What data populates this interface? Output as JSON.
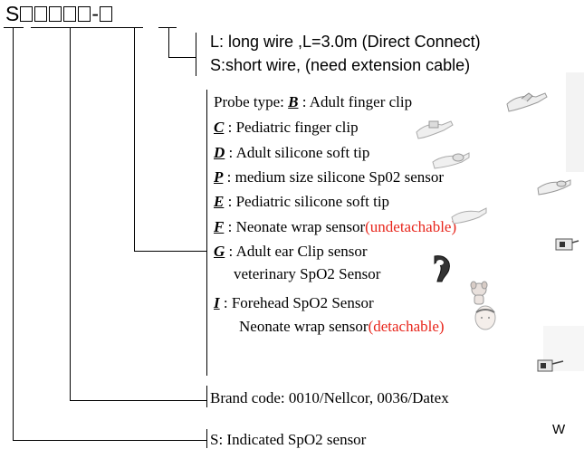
{
  "model_code": {
    "prefix": "S",
    "hyphen": "-"
  },
  "wire": {
    "long": "L: long wire ,L=3.0m (Direct Connect)",
    "short": "S:short wire, (need extension cable)"
  },
  "probe": {
    "heading": "Probe type: ",
    "items": [
      {
        "code": "B",
        "text": " : Adult finger clip",
        "note": ""
      },
      {
        "code": "C",
        "text": " : Pediatric finger clip",
        "note": ""
      },
      {
        "code": "D",
        "text": " : Adult silicone soft tip",
        "note": ""
      },
      {
        "code": "P",
        "text": " : medium size silicone Sp02 sensor",
        "note": ""
      },
      {
        "code": "E",
        "text": " : Pediatric silicone soft tip",
        "note": ""
      },
      {
        "code": "F",
        "text": " : Neonate wrap sensor",
        "note": "(undetachable)"
      },
      {
        "code": "G",
        "text": " : Adult ear Clip sensor",
        "note": ""
      },
      {
        "code": "",
        "text": "veterinary SpO2 Sensor",
        "note": ""
      },
      {
        "code": "I",
        "text": " :  Forehead SpO2 Sensor",
        "note": ""
      },
      {
        "code": "",
        "text": "Neonate wrap sensor",
        "note": "(detachable)"
      }
    ]
  },
  "brand": "Brand code: 0010/Nellcor, 0036/Datex",
  "indicated": "S: Indicated SpO2 sensor",
  "cut_text": "W",
  "colors": {
    "line": "#000000",
    "accent_red": "#e8261c"
  },
  "icons": [
    "finger-clip-icon",
    "pediatric-clip-icon",
    "soft-tip-icon",
    "medium-sensor-icon",
    "pediatric-tip-icon",
    "neonate-wrap-icon",
    "ear-clip-icon",
    "veterinary-icon",
    "forehead-sensor-icon",
    "neonate-detachable-icon"
  ]
}
